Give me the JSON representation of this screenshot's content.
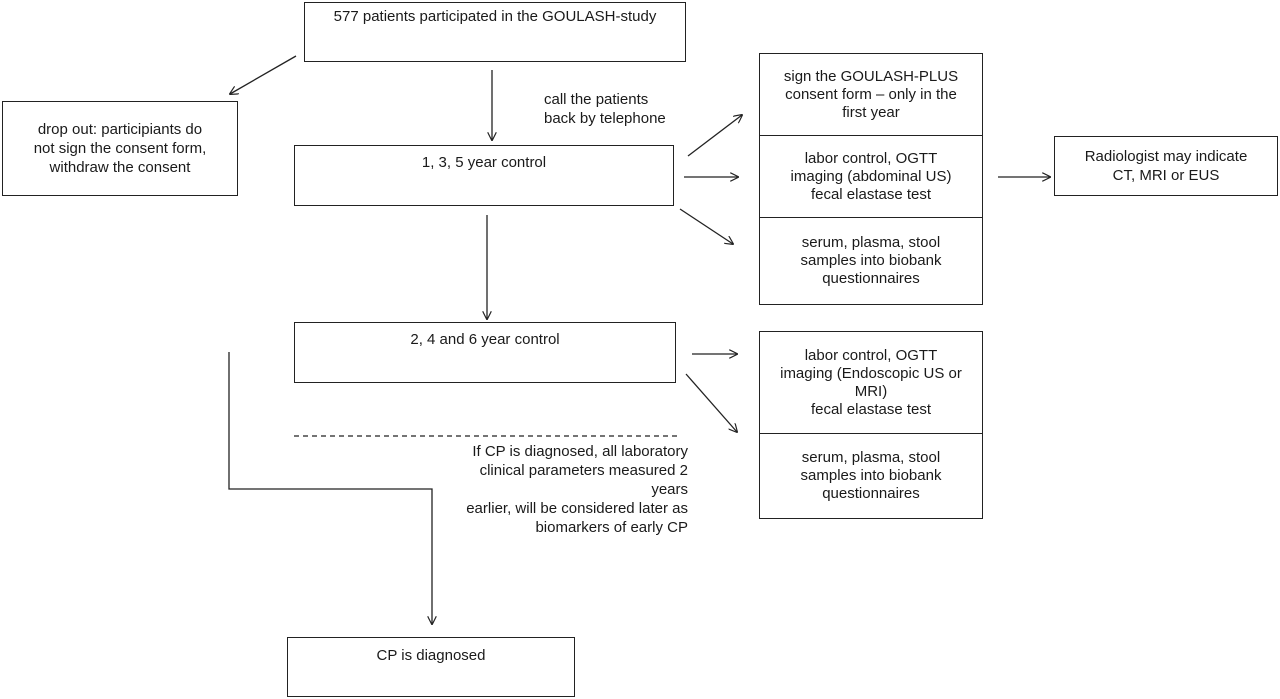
{
  "nodes": {
    "start": "577  patients participated in the GOULASH-study",
    "dropout": "drop out: participiants do\nnot sign the consent form,\nwithdraw the consent",
    "call_label": "call the patients\nback by telephone",
    "control_135": "1, 3,  5  year control",
    "consent_form": "sign the GOULASH-PLUS\nconsent form – only in the\nfirst year",
    "labor_135": "labor control, OGTT\nimaging (abdominal US)\nfecal elastase test",
    "biobank_135": "serum, plasma, stool\nsamples into biobank\nquestionnaires",
    "radiologist": "Radiologist may indicate\nCT, MRI or EUS",
    "control_246": "2, 4 and 6 year control",
    "labor_246": "labor control, OGTT\nimaging (Endoscopic US or\nMRI)\nfecal elastase test",
    "biobank_246": "serum, plasma, stool\nsamples into biobank\nquestionnaires",
    "cp_note": "If CP is diagnosed, all laboratory\nclinical parameters measured 2 years\nearlier, will be considered later as\nbiomarkers of early CP",
    "cp_diagnosed": "CP is diagnosed"
  }
}
